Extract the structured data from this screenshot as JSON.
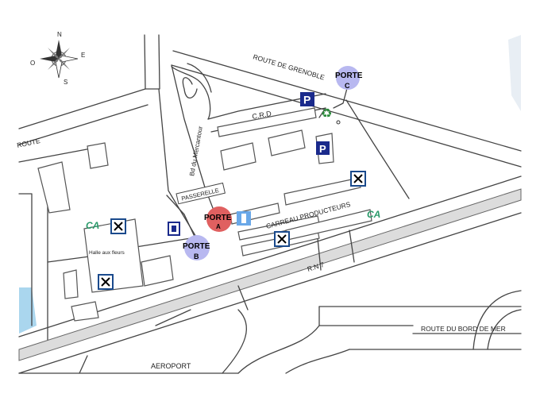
{
  "compass": {
    "n": "N",
    "e": "E",
    "s": "S",
    "o": "O"
  },
  "roads": {
    "grenoble": "ROUTE DE GRENOBLE",
    "route_left": "ROUTE",
    "mercantour": "Bd du Mercantour",
    "passerelle": "PASSERELLE",
    "carreau": "CARREAU PRODUCTEURS",
    "rn7": "R.N 7",
    "bord_de_mer": "ROUTE DU BORD DE MER",
    "aeroport": "AEROPORT"
  },
  "places": {
    "crd": "C.R.D",
    "halle": "Halle aux fleurs"
  },
  "portes": {
    "a": {
      "line1": "PORTE",
      "line2": "A",
      "color": "#e06060"
    },
    "b": {
      "line1": "PORTE",
      "line2": "B",
      "color": "#b8b8f0"
    },
    "c": {
      "line1": "PORTE",
      "line2": "C",
      "color": "#b8b8f0"
    }
  },
  "icons": {
    "parking": "P",
    "recycle": "♻",
    "restaurant": "✕",
    "bank": "CA"
  },
  "colors": {
    "parking_blue": "#1a2a8c",
    "bank_green": "#2a9a6a",
    "water": "#aad6ee",
    "rail_fill": "#dcdcdc"
  }
}
